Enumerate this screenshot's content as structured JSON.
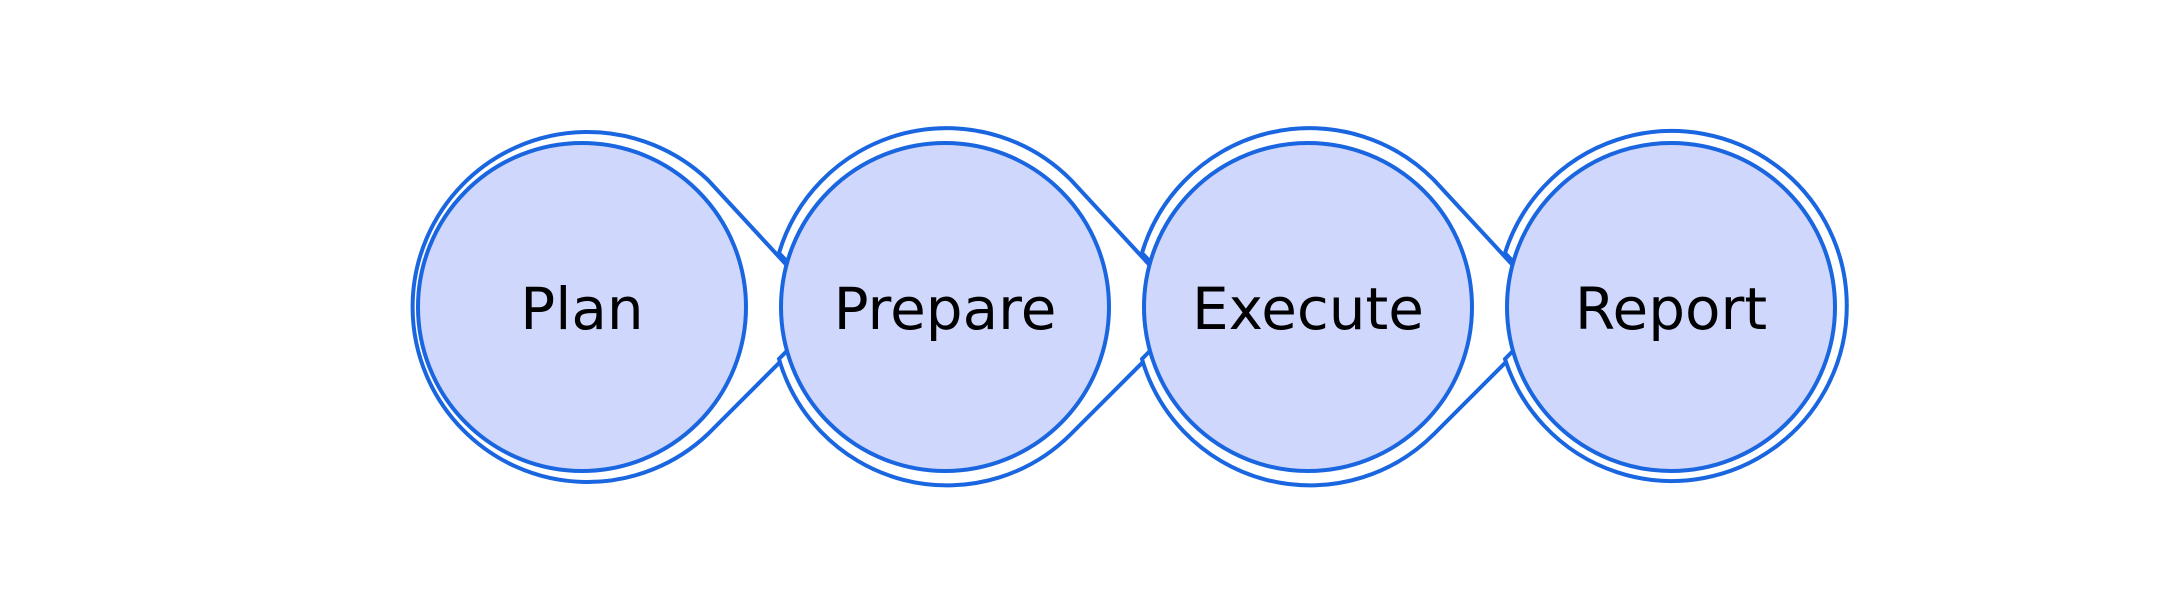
{
  "diagram": {
    "type": "process-flow",
    "stages": [
      {
        "label": "Plan"
      },
      {
        "label": "Prepare"
      },
      {
        "label": "Execute"
      },
      {
        "label": "Report"
      }
    ]
  },
  "colors": {
    "fill": "#cfd7fc",
    "stroke": "#1a66e0",
    "background": "#ffffff",
    "text": "#000000"
  }
}
